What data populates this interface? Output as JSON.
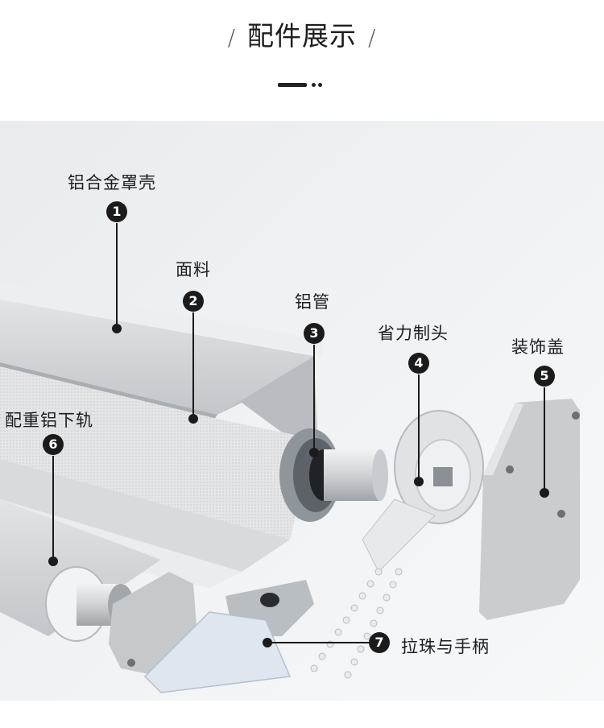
{
  "header": {
    "slash_left": "/",
    "title": "配件展示",
    "slash_right": "/"
  },
  "parts": [
    {
      "number": "1",
      "label": "铝合金罩壳"
    },
    {
      "number": "2",
      "label": "面料"
    },
    {
      "number": "3",
      "label": "铝管"
    },
    {
      "number": "4",
      "label": "省力制头"
    },
    {
      "number": "5",
      "label": "装饰盖"
    },
    {
      "number": "6",
      "label": "配重铝下轨"
    },
    {
      "number": "7",
      "label": "拉珠与手柄"
    }
  ],
  "colors": {
    "background": "#ffffff",
    "photo_background": "#eef0f2",
    "badge": "#1b1b1b",
    "aluminum": "#d3d6d9",
    "fabric": "#e6e7e8"
  }
}
